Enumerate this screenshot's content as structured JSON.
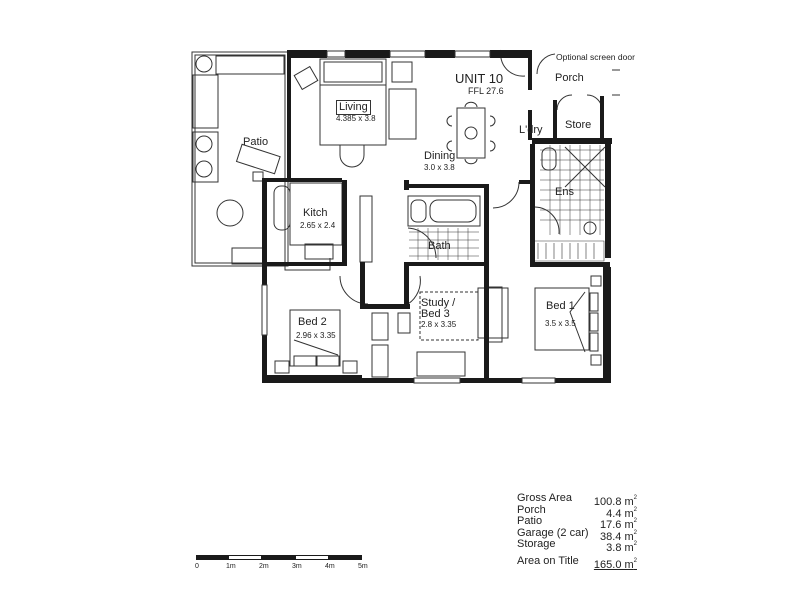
{
  "plan": {
    "unit_title": "UNIT 10",
    "ffl": "FFL 27.6",
    "note_screen_door": "Optional screen door",
    "rooms": {
      "living": {
        "name": "Living",
        "dims": "4.385 x 3.8"
      },
      "dining": {
        "name": "Dining",
        "dims": "3.0 x 3.8"
      },
      "kitchen": {
        "name": "Kitch",
        "dims": "2.65 x 2.4"
      },
      "patio": {
        "name": "Patio"
      },
      "porch": {
        "name": "Porch"
      },
      "store": {
        "name": "Store"
      },
      "laundry": {
        "name": "L'dry"
      },
      "ensuite": {
        "name": "Ens"
      },
      "bath": {
        "name": "Bath"
      },
      "bed1": {
        "name": "Bed 1",
        "dims": "3.5 x 3.5"
      },
      "bed2": {
        "name": "Bed 2",
        "dims": "2.96 x 3.35"
      },
      "study": {
        "name": "Study /",
        "name2": "Bed 3",
        "dims": "2.8 x 3.35"
      }
    }
  },
  "areas": {
    "rows": [
      {
        "label": "Gross Area",
        "value": "100.8 m",
        "unit_sup": "2"
      },
      {
        "label": "Porch",
        "value": "4.4 m",
        "unit_sup": "2"
      },
      {
        "label": "Patio",
        "value": "17.6 m",
        "unit_sup": "2"
      },
      {
        "label": "Garage (2 car)",
        "value": "38.4 m",
        "unit_sup": "2"
      },
      {
        "label": "Storage",
        "value": "3.8 m",
        "unit_sup": "2"
      }
    ],
    "title_row": {
      "label": "Area on Title",
      "value": "165.0 m",
      "unit_sup": "2"
    }
  },
  "scale_bar": {
    "ticks": [
      "0",
      "1m",
      "2m",
      "3m",
      "4m",
      "5m"
    ]
  }
}
